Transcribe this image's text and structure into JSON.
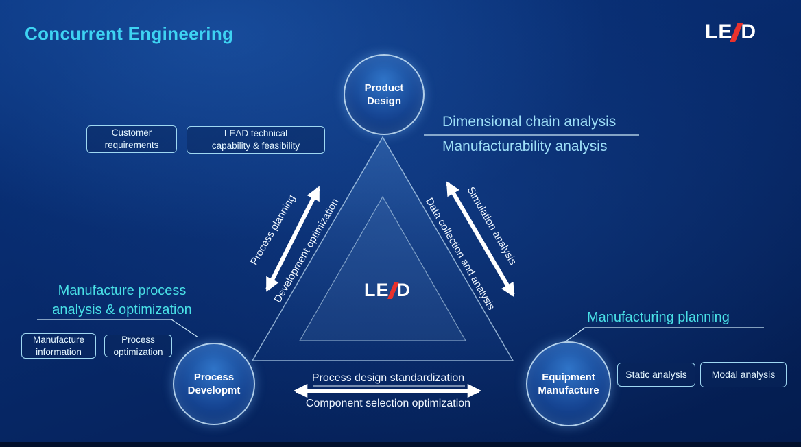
{
  "title": "Concurrent Engineering",
  "logo": {
    "le": "LE",
    "d": "D"
  },
  "center_logo": {
    "le": "LE",
    "d": "D"
  },
  "nodes": {
    "product": "Product\nDesign",
    "process": "Process\nDevelopmt",
    "equipment": "Equipment\nManufacture"
  },
  "edges": {
    "left_outer": "Process planning",
    "left_inner": "Development optimization",
    "right_inner": "Data collection and analysis",
    "right_outer": "Simulation analysis",
    "bottom_top": "Process design standardization",
    "bottom_bottom": "Component selection optimization"
  },
  "callouts": {
    "dimensional": "Dimensional chain analysis",
    "manufacturability": "Manufacturability analysis",
    "left_title": "Manufacture process\nanalysis & optimization",
    "right_title": "Manufacturing planning"
  },
  "boxes": {
    "customer": "Customer\nrequirements",
    "lead_tech": "LEAD technical\ncapability & feasibility",
    "manufacture_info": "Manufacture\ninformation",
    "process_opt": "Process\noptimization",
    "static": "Static analysis",
    "modal": "Modal analysis"
  },
  "colors": {
    "title_accent": "#3ed3f2",
    "callout_accent": "#49e0e6",
    "analysis_text": "#9edff7",
    "box_border": "#9fd8f2",
    "arrow": "#ffffff",
    "logo_red": "#e8322d",
    "background_deep": "#041c4e"
  }
}
